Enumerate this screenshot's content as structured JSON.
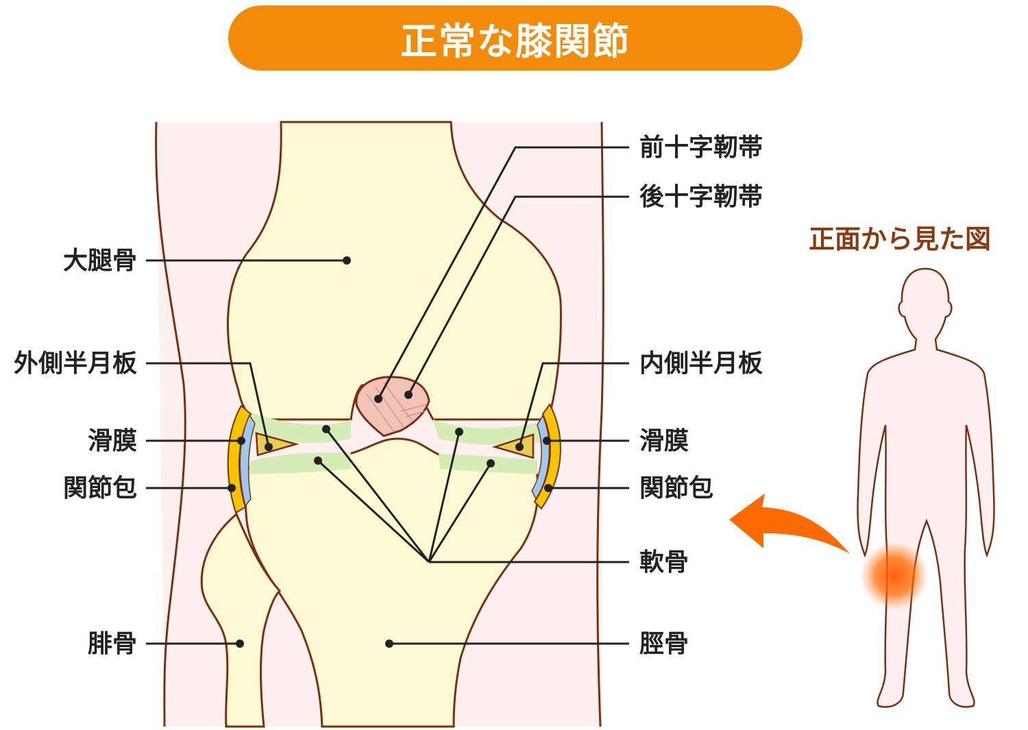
{
  "title": "正常な膝関節",
  "side_view_title": "正面から見た図",
  "labels_left": {
    "femur": "大腿骨",
    "lateral_meniscus": "外側半月板",
    "synovium": "滑膜",
    "joint_capsule": "関節包",
    "fibula": "腓骨"
  },
  "labels_right": {
    "acl": "前十字靭帯",
    "pcl": "後十字靭帯",
    "medial_meniscus": "内側半月板",
    "synovium": "滑膜",
    "joint_capsule": "関節包",
    "cartilage": "軟骨",
    "tibia": "脛骨"
  },
  "colors": {
    "banner": "#f28a0a",
    "bone": "#fdf9d3",
    "skin": "#fdf0ee",
    "outline": "#7a3010",
    "cartilage": "#d6ecb6",
    "capsule": "#f5c400",
    "synovium": "#9ec8ee",
    "ligament": "#f4c3b8",
    "arrow": "#ff6a00",
    "side_title": "#8a3a0c"
  }
}
